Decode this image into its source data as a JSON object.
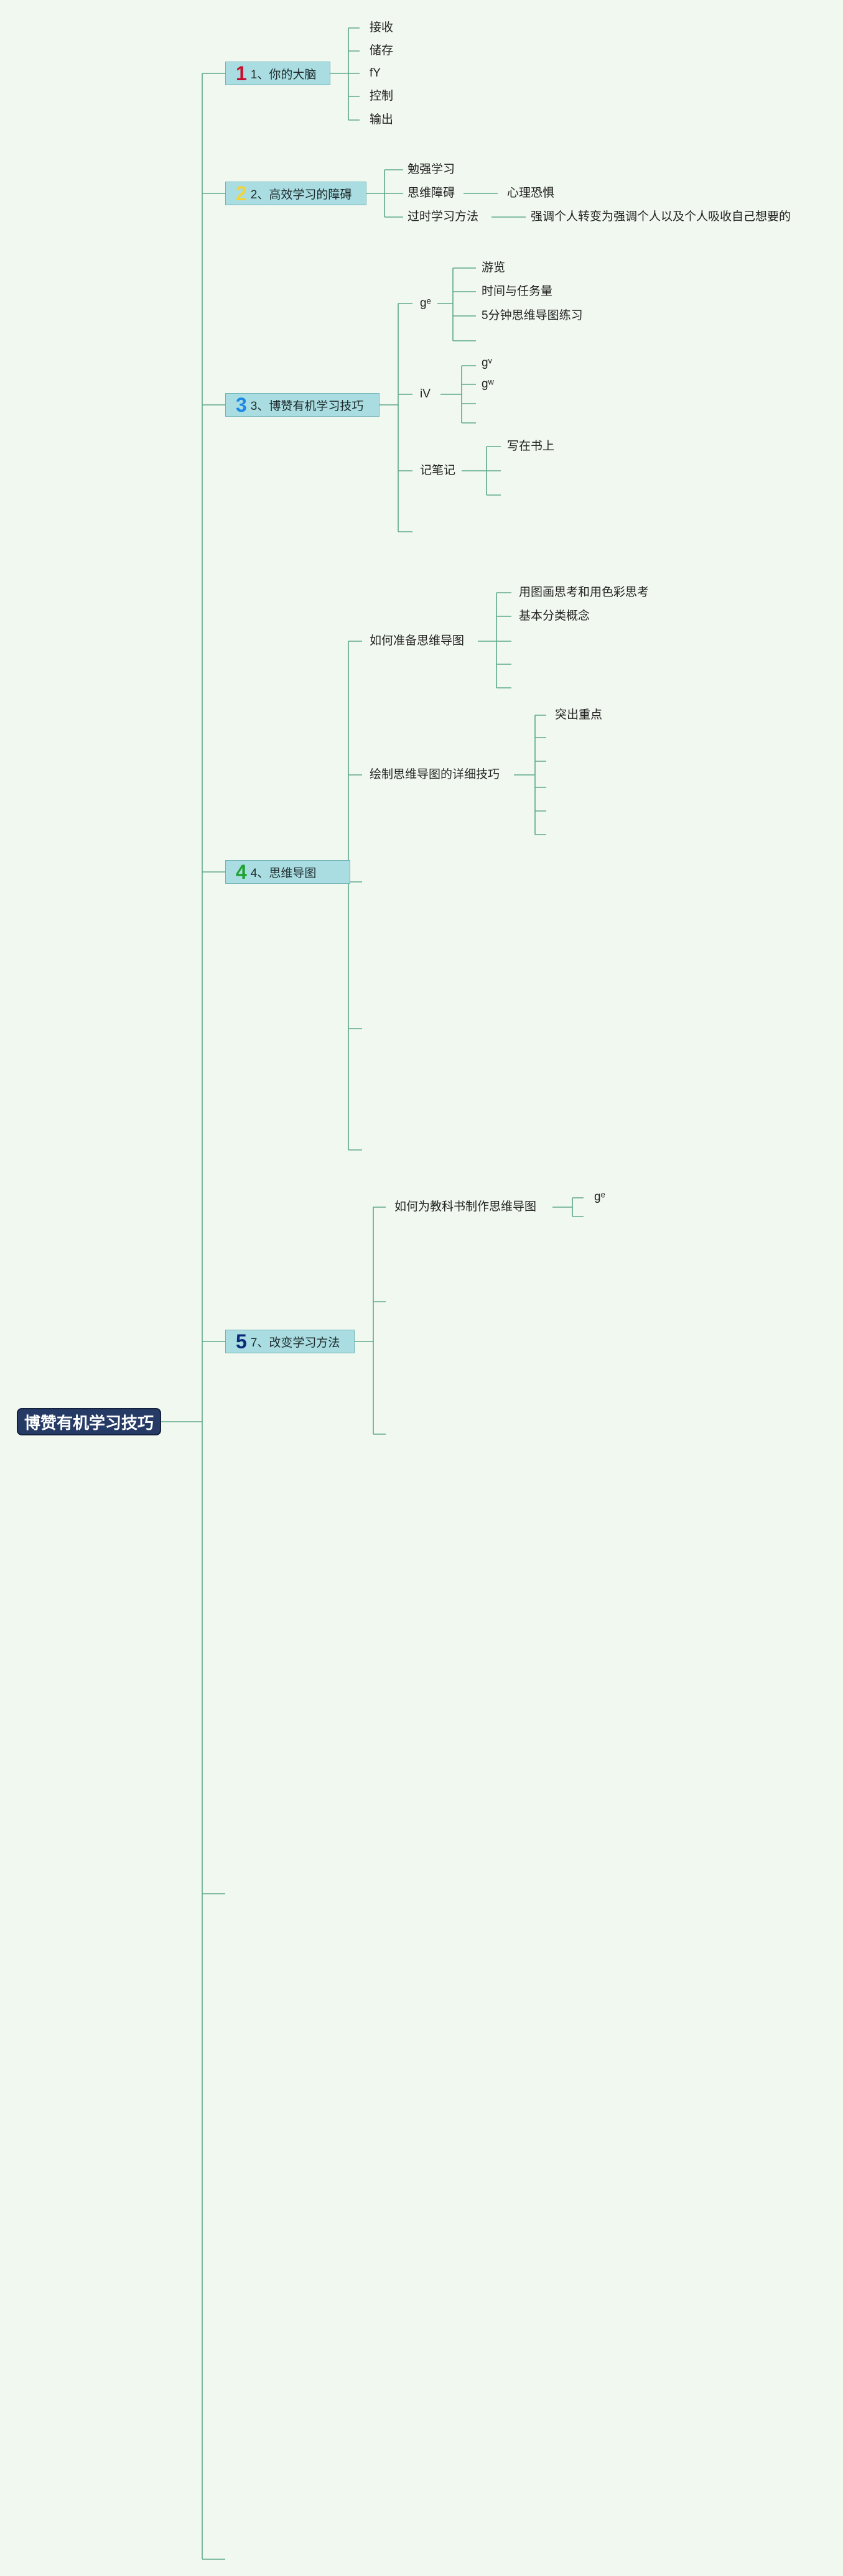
{
  "root": "博赞有机学习技巧",
  "topics": [
    {
      "badge": "1",
      "badge_color": "#c8102e",
      "label": "1、你的大脑",
      "children": [
        "接收",
        "储存",
        "fY",
        "控制",
        "输出"
      ]
    },
    {
      "badge": "2",
      "badge_color": "#f2d43a",
      "label": "2、高效学习的障碍",
      "children": [
        "勉强学习",
        "思维障碍",
        "过时学习方法"
      ],
      "sub": {
        "mental_block": "心理恐惧",
        "old_methods": "强调个人转变为强调个人以及个人吸收自己想要的"
      }
    },
    {
      "badge": "3",
      "badge_color": "#1e88e5",
      "label": "3、博赞有机学习技巧",
      "children": [
        "gᵉ",
        "iV",
        "记笔记"
      ],
      "sub": {
        "g_items": [
          "游览",
          "时间与任务量",
          "5分钟思维导图练习"
        ],
        "iv_items": [
          "gᵛ",
          "gʷ"
        ],
        "notes_items": [
          "写在书上"
        ]
      }
    },
    {
      "badge": "4",
      "badge_color": "#1fa12f",
      "label": "4、思维导图",
      "children": [
        "如何准备思维导图",
        "绘制思维导图的详细技巧"
      ],
      "sub": {
        "prepare_items": [
          "用图画思考和用色彩思考",
          "基本分类概念"
        ],
        "draw_items": [
          "突出重点"
        ]
      }
    },
    {
      "badge": "5",
      "badge_color": "#0d2a7a",
      "label": "7、改变学习方法",
      "children": [
        "如何为教科书制作思维导图"
      ],
      "sub": {
        "textbook_items": [
          "gᵉ"
        ]
      }
    }
  ],
  "colors": {
    "background": "#f1f8ef",
    "line": "#5fa98a",
    "topic_fill": "#a9dde1",
    "root_fill": "#263a66"
  }
}
